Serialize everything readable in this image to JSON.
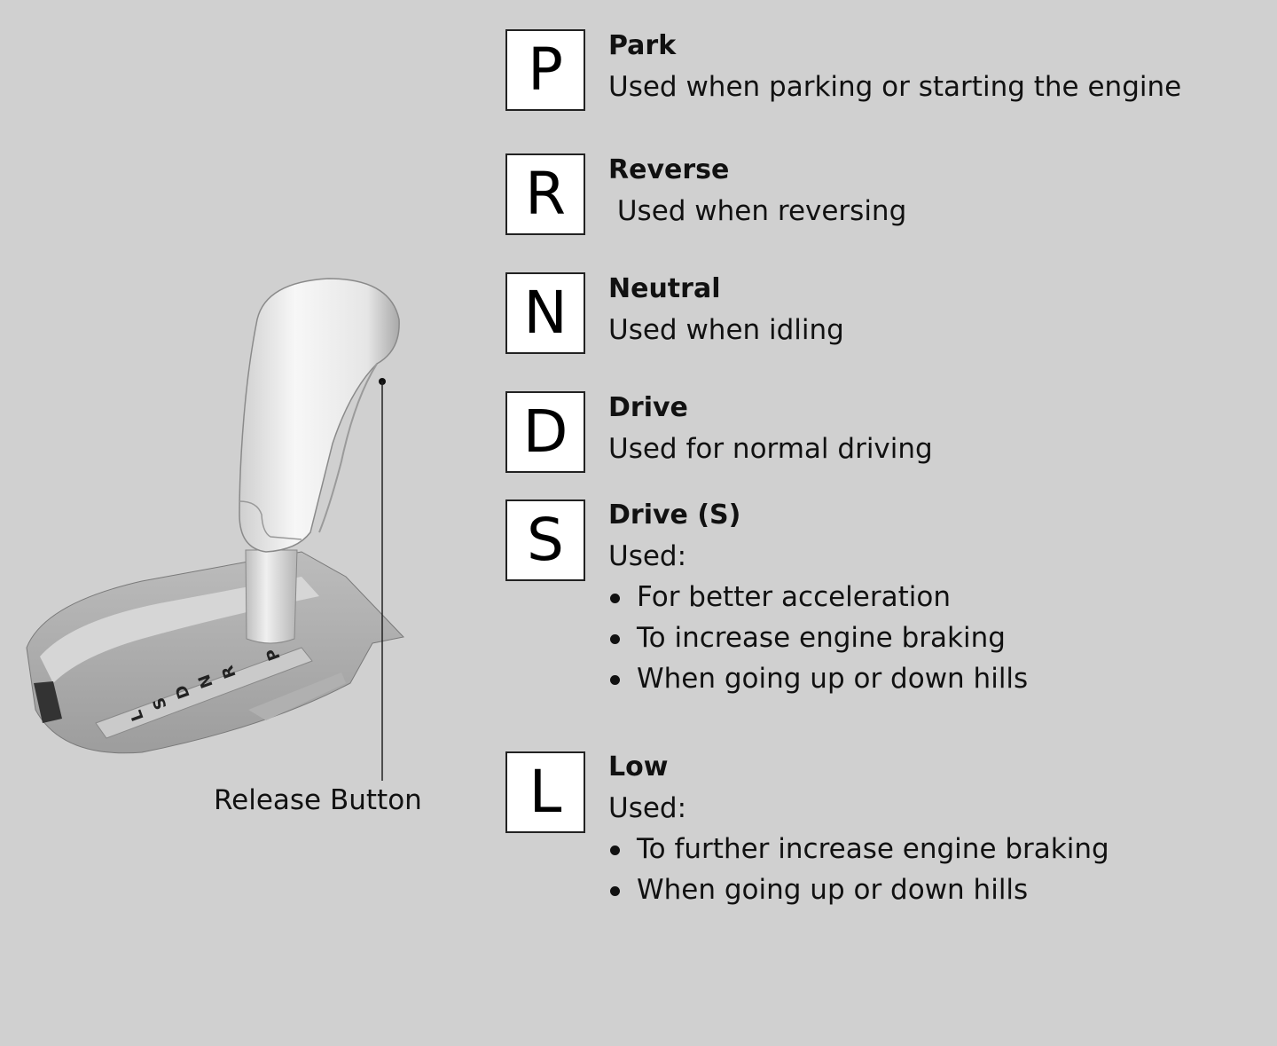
{
  "gears": [
    {
      "letter": "P",
      "title": "Park",
      "lines": [
        "Used when parking or starting the engine"
      ],
      "bullets": []
    },
    {
      "letter": "R",
      "title": "Reverse",
      "lines": [
        " Used when reversing"
      ],
      "bullets": []
    },
    {
      "letter": "N",
      "title": "Neutral",
      "lines": [
        "Used when idling"
      ],
      "bullets": []
    },
    {
      "letter": "D",
      "title": "Drive",
      "lines": [
        "Used for normal driving"
      ],
      "bullets": []
    },
    {
      "letter": "S",
      "title": "Drive (S)",
      "lines": [
        "Used:"
      ],
      "bullets": [
        "For better acceleration",
        "To increase engine braking",
        "When going up or down hills"
      ]
    },
    {
      "letter": "L",
      "title": "Low",
      "lines": [
        "Used:"
      ],
      "bullets": [
        "To further increase engine braking",
        "When going up or down hills"
      ]
    }
  ],
  "illustration": {
    "release_label": "Release Button",
    "gate_labels": [
      "P",
      "R",
      "N",
      "D",
      "S",
      "L"
    ]
  }
}
